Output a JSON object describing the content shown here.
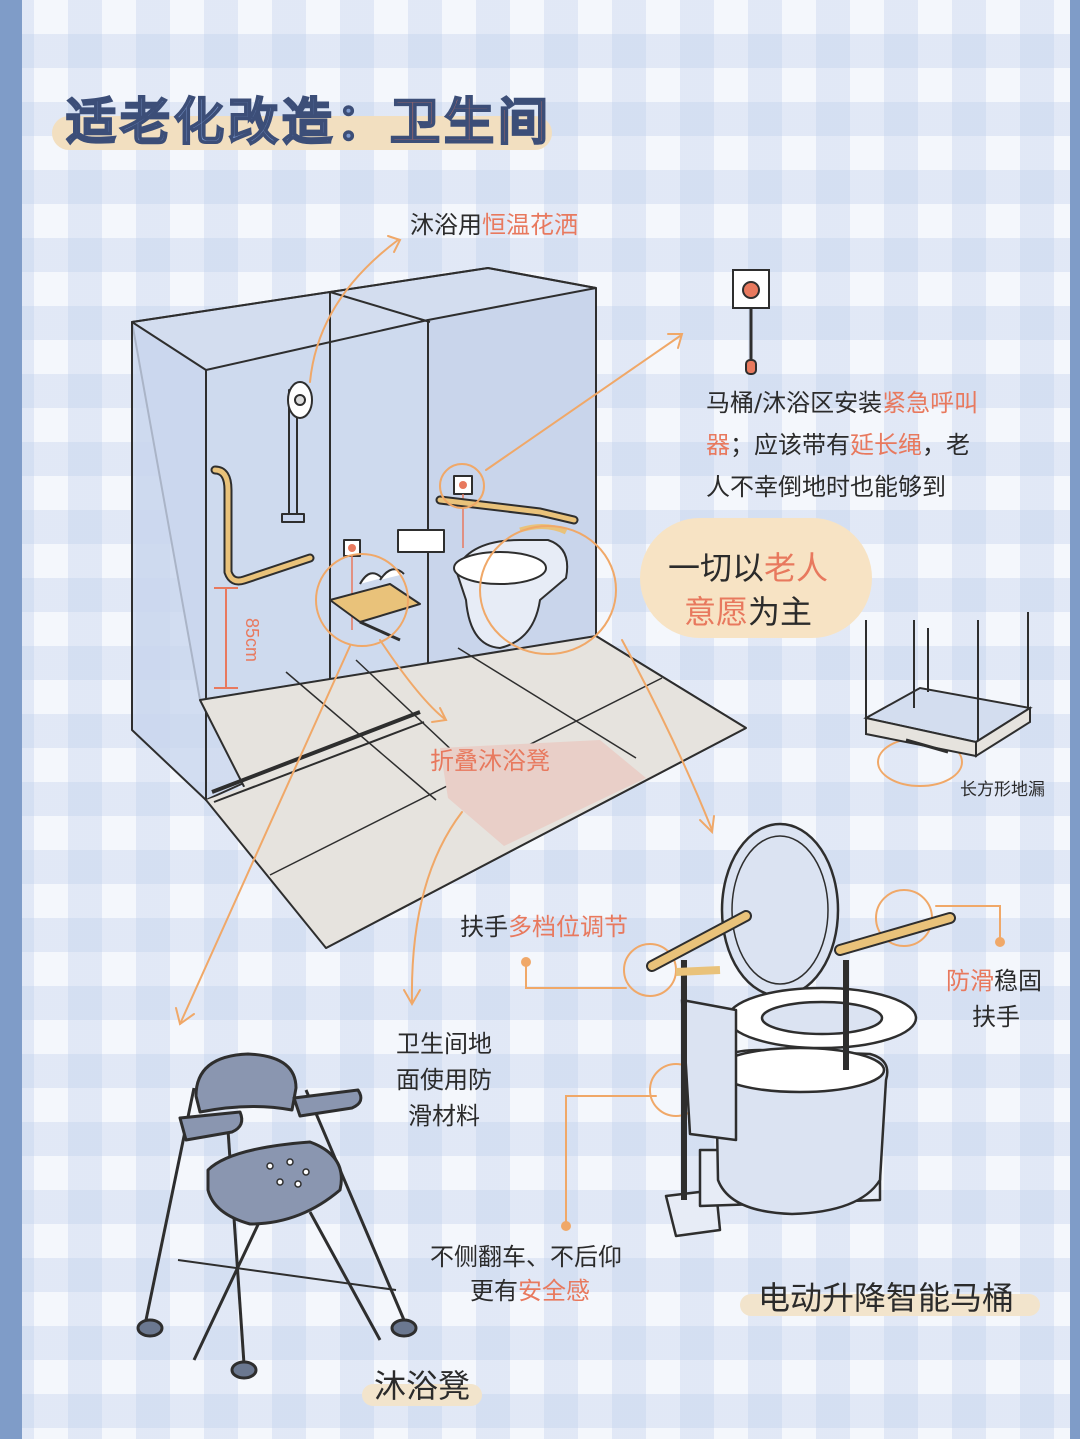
{
  "title": {
    "prefix": "适老化改造：",
    "highlight": "卫生间"
  },
  "labels": {
    "shower": {
      "plain": "沐浴用",
      "highlight": "恒温花洒"
    },
    "alarm": {
      "line1_plain": "马桶/沐浴区安装",
      "line1_highlight": "紧急呼叫",
      "line2_highlight_a": "器",
      "line2_plain_a": "；应该带有",
      "line2_highlight_b": "延长绳",
      "line2_plain_b": "，老",
      "line3": "人不幸倒地时也能够到"
    },
    "principle": {
      "line1_plain": "一切以",
      "line1_highlight": "老人",
      "line2_highlight": "意愿",
      "line2_plain": "为主"
    },
    "drain": "长方形地漏",
    "folding_stool": "折叠沐浴凳",
    "armrest": {
      "plain": "扶手",
      "highlight": "多档位调节"
    },
    "antislip_handle": {
      "highlight": "防滑",
      "plain": "稳固",
      "line2": "扶手"
    },
    "floor": [
      "卫生间地",
      "面使用防",
      "滑材料"
    ],
    "stable": {
      "line1": "不侧翻车、不后仰",
      "line2_plain": "更有",
      "line2_highlight": "安全感"
    },
    "toilet_title": "电动升降智能马桶",
    "bath_stool_title": "沐浴凳",
    "height_mark": "85cm"
  },
  "colors": {
    "accent": "#e8795e",
    "arrow": "#f0a868",
    "glass": "#c9d6ee",
    "floor": "#e6e3de",
    "outline": "#2e2e2e",
    "wood": "#e9c27a",
    "band": "#7f9cc8"
  }
}
